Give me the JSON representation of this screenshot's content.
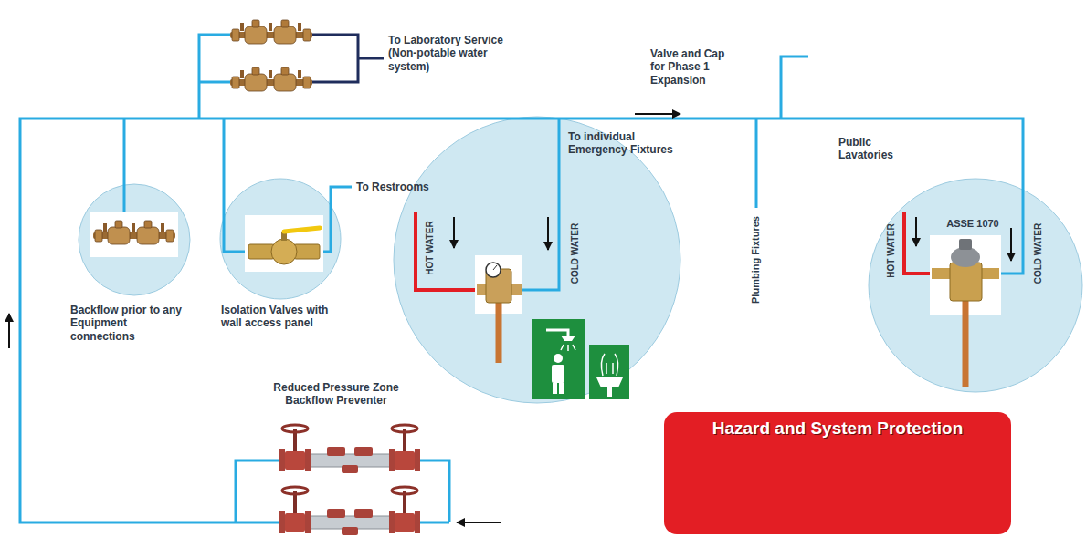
{
  "diagram": {
    "nodes": [
      {
        "text": [
          "Backflow prior to any Equipment connections"
        ]
      },
      {
        "text": [
          "Isolation Valves with wall access panel"
        ]
      },
      {
        "text": [
          "To individual Emergency Fixtures",
          "HOT WATER",
          "COLD WATER"
        ]
      },
      {
        "text": [
          "Public Lavatories",
          "HOT WATER",
          "ASSE 1070",
          "COLD WATER"
        ]
      },
      {
        "text": [
          "Hazard and System Protection"
        ]
      }
    ],
    "labels": [
      "To Laboratory Service (Non-potable water system)",
      "Valve and Cap for Phase 1 Expansion",
      "To Restrooms",
      "Plumbing Fixtures",
      "Reduced Pressure Zone Backflow Preventer"
    ]
  }
}
